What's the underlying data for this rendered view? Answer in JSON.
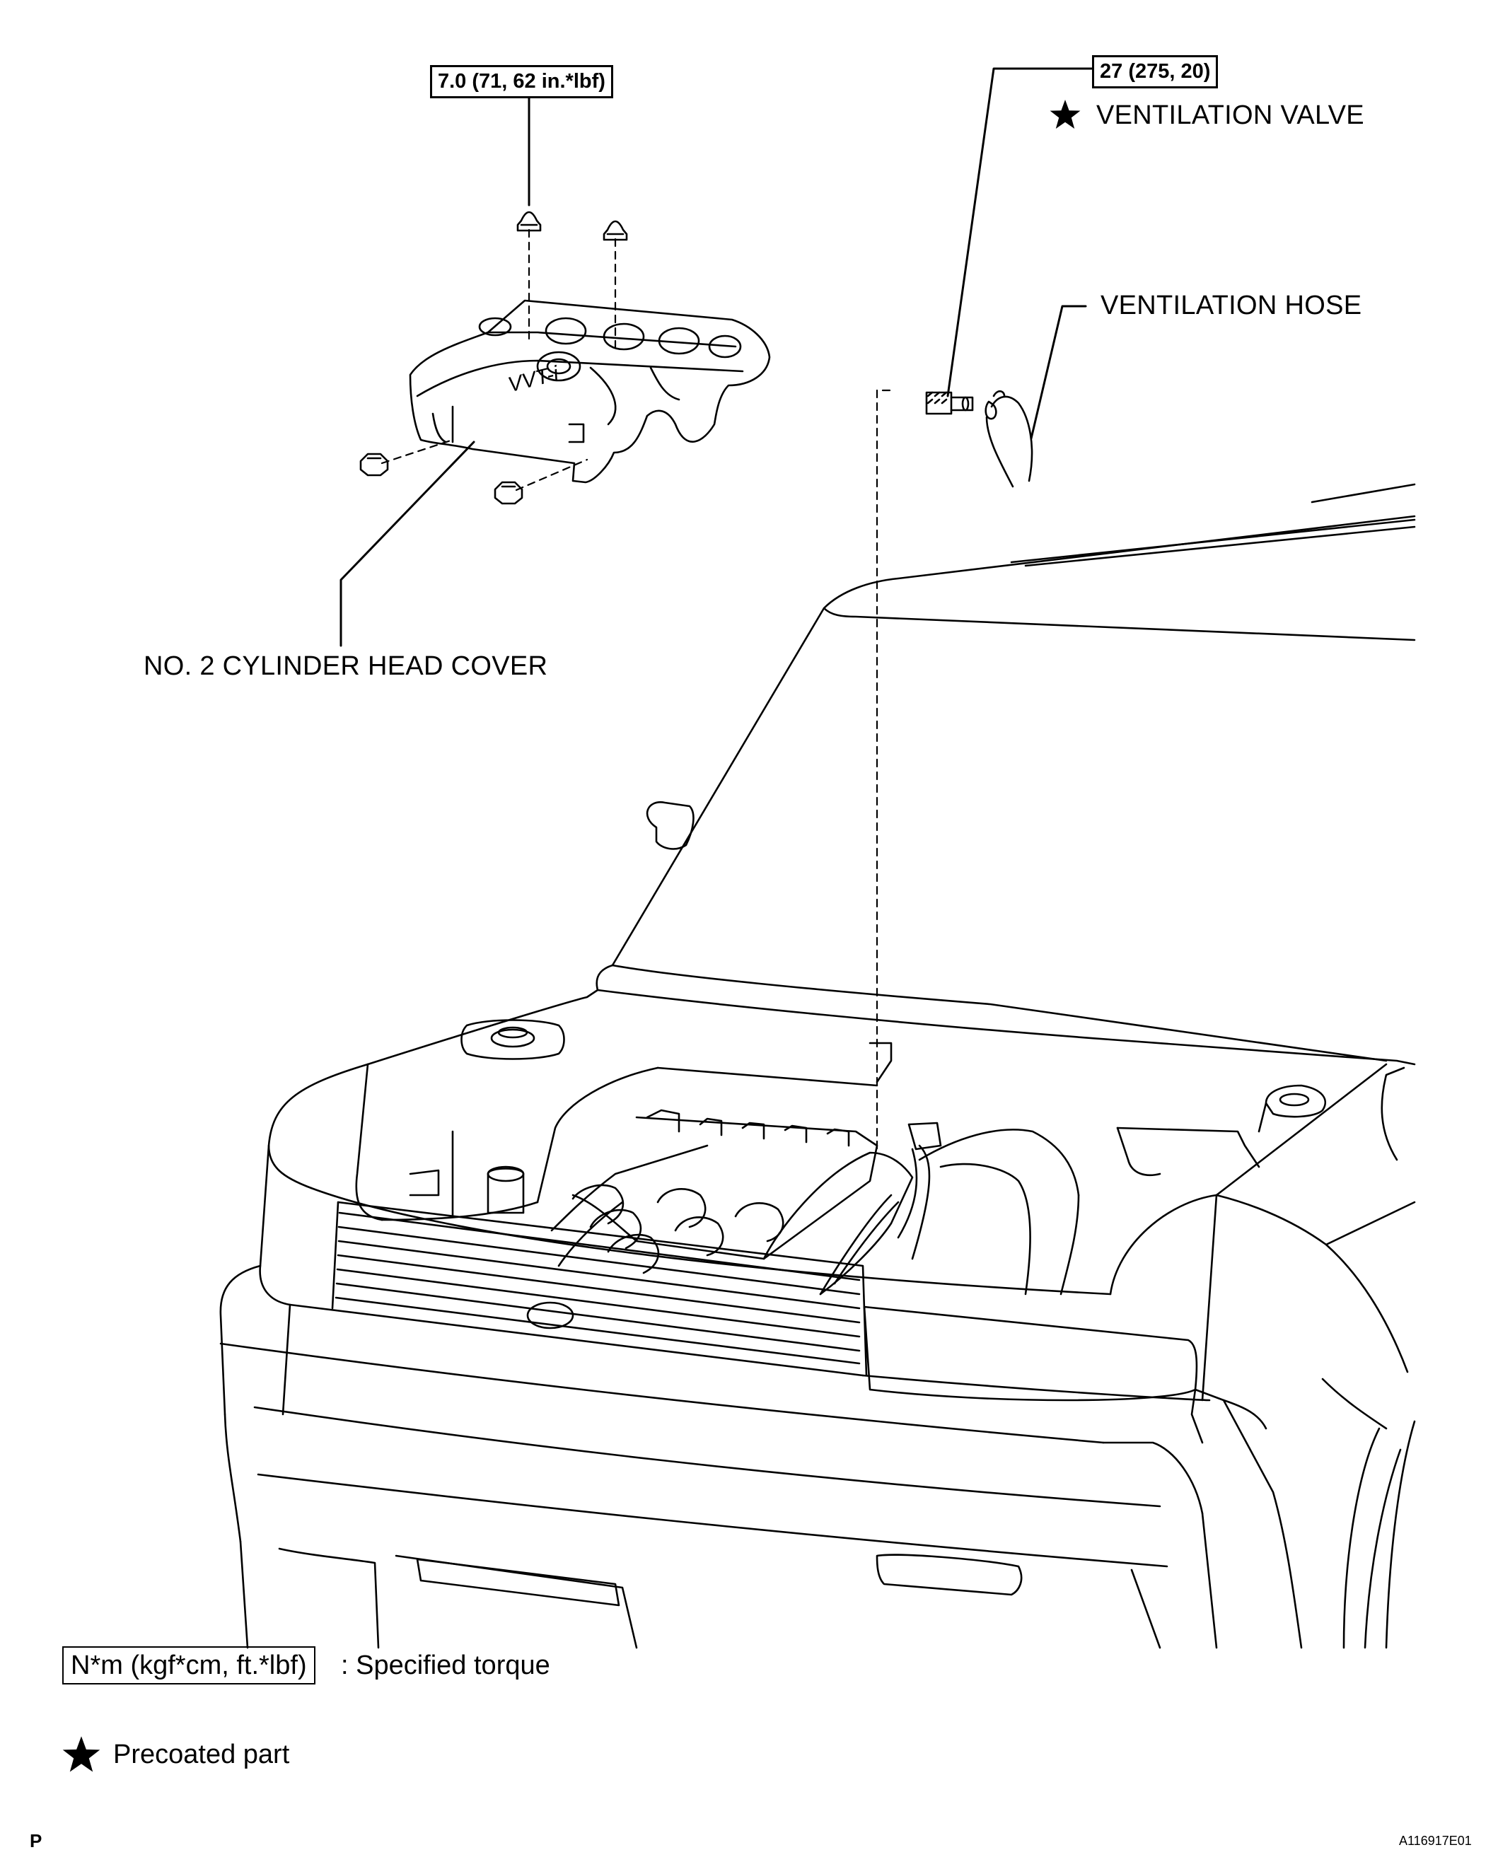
{
  "torque_labels": {
    "cover_nuts": "7.0 (71, 62 in.*lbf)",
    "ventilation_valve": "27 (275, 20)"
  },
  "callouts": {
    "ventilation_valve": "VENTILATION VALVE",
    "ventilation_hose": "VENTILATION HOSE",
    "cylinder_head_cover": "NO. 2 CYLINDER HEAD COVER"
  },
  "cover_emblem_text": "VVT-i",
  "legend": {
    "torque_unit": "N*m (kgf*cm, ft.*lbf)",
    "torque_desc": ": Specified torque",
    "precoated_desc": "Precoated part"
  },
  "footer": {
    "page_mark": "P",
    "figure_code": "A116917E01"
  },
  "icons": [
    "star-icon",
    "nut-icon",
    "ventilation-valve-icon"
  ],
  "colors": {
    "line": "#000000",
    "background": "#ffffff"
  }
}
